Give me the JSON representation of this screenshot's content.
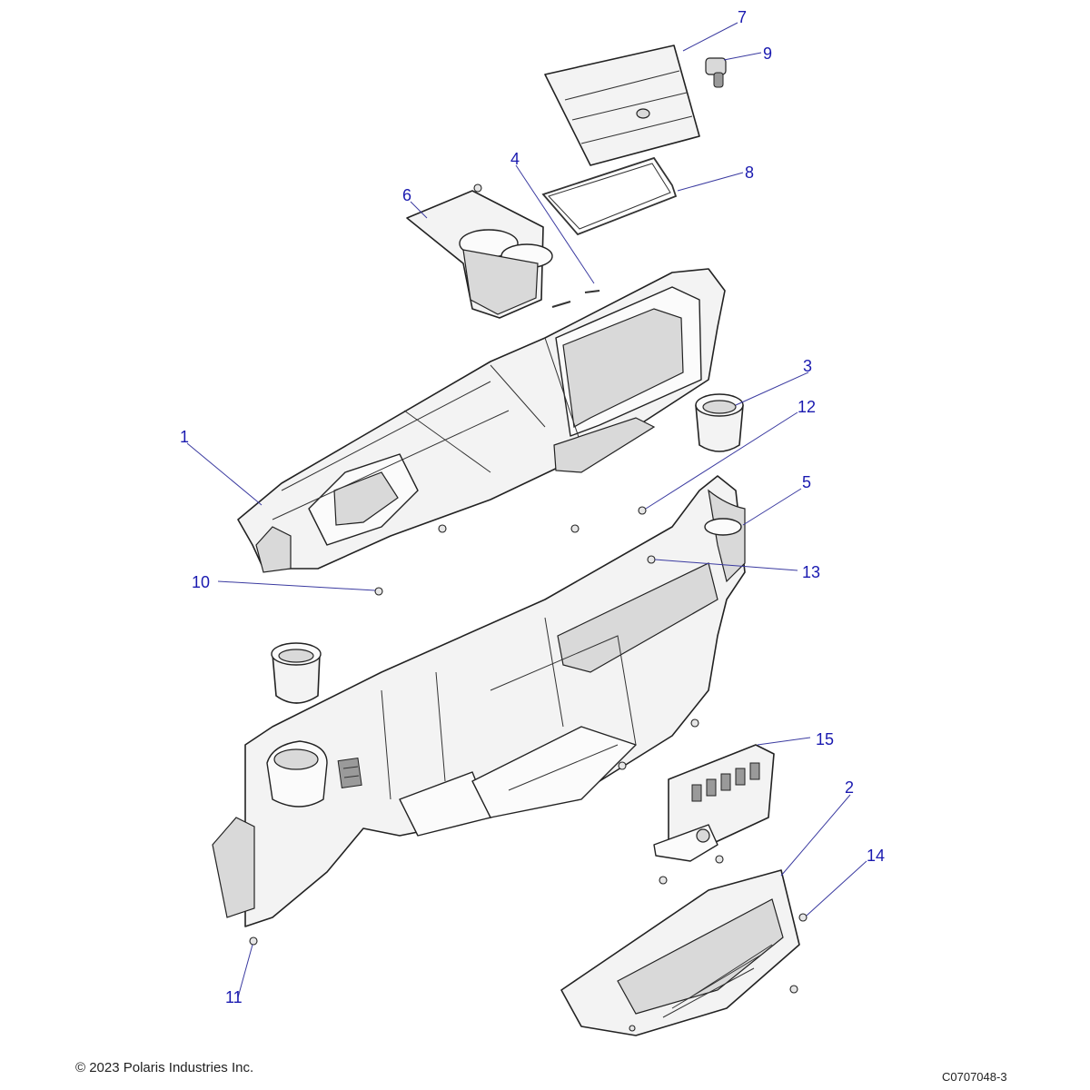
{
  "callouts": [
    {
      "id": "1",
      "label": "1"
    },
    {
      "id": "2",
      "label": "2"
    },
    {
      "id": "3",
      "label": "3"
    },
    {
      "id": "4",
      "label": "4"
    },
    {
      "id": "5",
      "label": "5"
    },
    {
      "id": "6",
      "label": "6"
    },
    {
      "id": "7",
      "label": "7"
    },
    {
      "id": "8",
      "label": "8"
    },
    {
      "id": "9",
      "label": "9"
    },
    {
      "id": "10",
      "label": "10"
    },
    {
      "id": "11",
      "label": "11"
    },
    {
      "id": "12",
      "label": "12"
    },
    {
      "id": "13",
      "label": "13"
    },
    {
      "id": "14",
      "label": "14"
    },
    {
      "id": "15",
      "label": "15"
    }
  ],
  "footer": {
    "copyright": "© 2023 Polaris Industries Inc.",
    "drawing_number": "C0707048-3"
  },
  "colors": {
    "callout": "#1a1ab0",
    "leader": "#3a3aa0",
    "outline": "#222222"
  }
}
